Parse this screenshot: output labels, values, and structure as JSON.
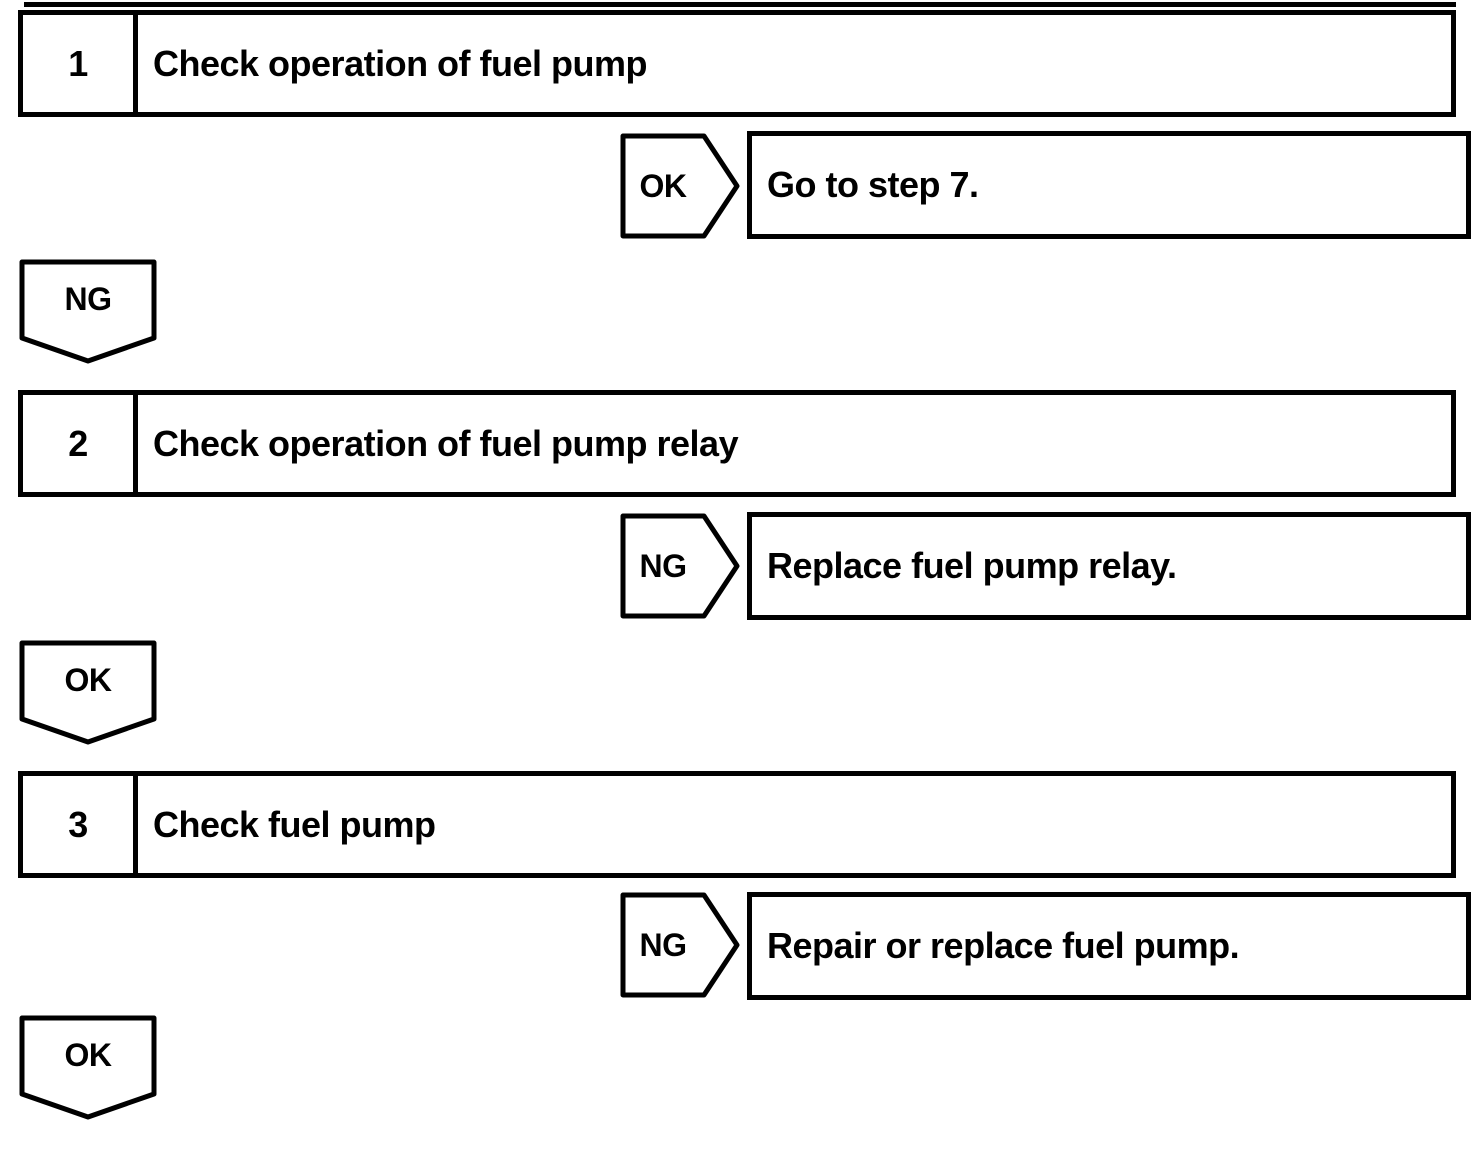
{
  "page": {
    "background_color": "#ffffff",
    "ink_color": "#000000"
  },
  "flowchart": {
    "steps": [
      {
        "number": "1",
        "title": "Check operation of fuel pump",
        "branch": {
          "label": "OK",
          "action": "Go to step 7."
        },
        "continue": {
          "label": "NG"
        }
      },
      {
        "number": "2",
        "title": "Check operation of fuel pump relay",
        "branch": {
          "label": "NG",
          "action": "Replace fuel pump relay."
        },
        "continue": {
          "label": "OK"
        }
      },
      {
        "number": "3",
        "title": "Check fuel pump",
        "branch": {
          "label": "NG",
          "action": "Repair or replace fuel pump."
        },
        "continue": {
          "label": "OK"
        }
      }
    ]
  }
}
